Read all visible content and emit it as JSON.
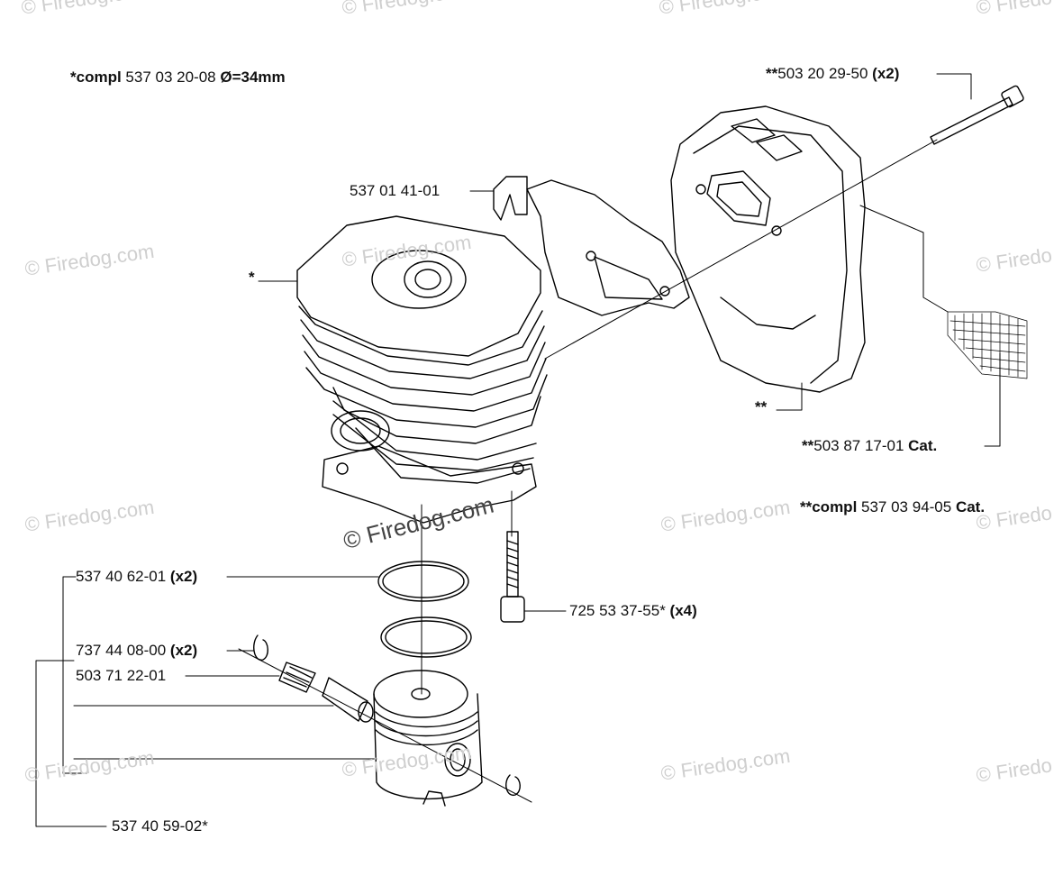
{
  "labels": {
    "cylinder_compl": {
      "prefix": "*compl",
      "number": " 537 03 20-08 ",
      "suffix": "Ø=34mm"
    },
    "bolt_top": {
      "prefix": "**",
      "number": "503 20 29-50 ",
      "qty": "(x2)"
    },
    "bracket": {
      "number": "537 01 41-01"
    },
    "cylinder_star": {
      "text": "*"
    },
    "muffler_star": {
      "text": "**"
    },
    "screen": {
      "prefix": "**",
      "number": "503 87 17-01 ",
      "suffix": "Cat."
    },
    "muffler_compl": {
      "prefix": "**compl",
      "number": " 537 03 94-05 ",
      "suffix": "Cat."
    },
    "rings": {
      "number": "537 40 62-01 ",
      "qty": "(x2)"
    },
    "bolt_base": {
      "number": "725 53 37-55* ",
      "qty": "(x4)"
    },
    "circlips": {
      "number": "737 44 08-00 ",
      "qty": "(x2)"
    },
    "bearing": {
      "number": "503 71 22-01"
    },
    "piston_compl": {
      "number": "537 40 59-02*"
    }
  },
  "watermark": {
    "text": "© Firedog.com",
    "short": "© Firedo",
    "partial": "Firedog.com"
  }
}
